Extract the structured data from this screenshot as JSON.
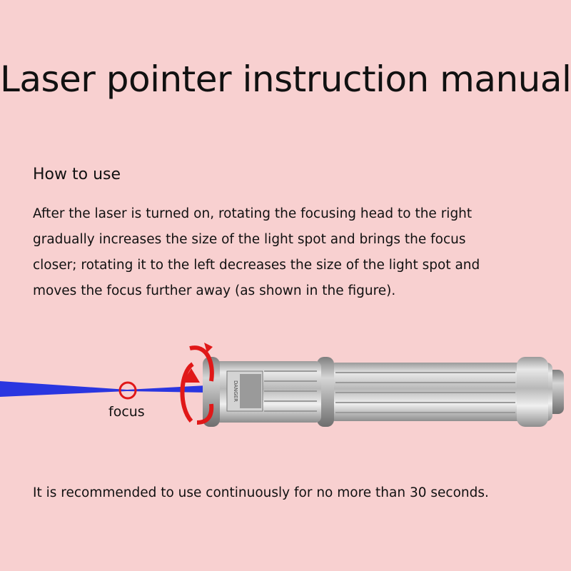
{
  "title": "Laser pointer instruction manual",
  "section": {
    "heading": "How to use",
    "lines": [
      "After the laser is turned on, rotating the focusing head to the right",
      " gradually increases the size of the light spot and brings the focus",
      "closer; rotating it to the left decreases the size of the light spot and",
      "moves the focus further away (as shown in the figure)."
    ]
  },
  "figure": {
    "focus_label": "focus",
    "beam_color": "#2a36e0",
    "marker_color": "#e01818",
    "device_label": "DANGER",
    "icons": [
      "laser-beam",
      "focus-marker-circle",
      "rotation-arrow-icon",
      "laser-pointer-device"
    ]
  },
  "recommendation": "It is recommended to use continuously for no more than 30 seconds."
}
